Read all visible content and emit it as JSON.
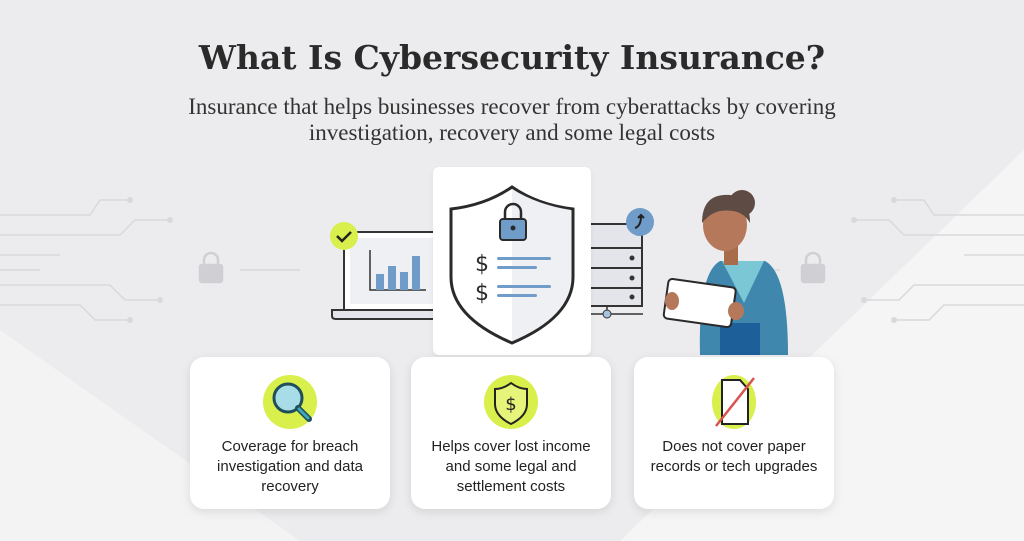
{
  "header": {
    "title": "What Is Cybersecurity Insurance?",
    "subtitle": "Insurance that helps businesses recover from cyberattacks by covering investigation, recovery and some legal costs"
  },
  "colors": {
    "accent_lime": "#d8ef4c",
    "accent_blue": "#6f9cc8",
    "text": "#2a2a2a"
  },
  "cards": [
    {
      "icon": "magnifier-icon",
      "text": "Coverage for breach investigation and data recovery"
    },
    {
      "icon": "shield-dollar-icon",
      "text": "Helps cover lost income and some legal and settlement costs"
    },
    {
      "icon": "crossed-document-icon",
      "text": "Does not cover paper records or tech upgrades"
    }
  ]
}
